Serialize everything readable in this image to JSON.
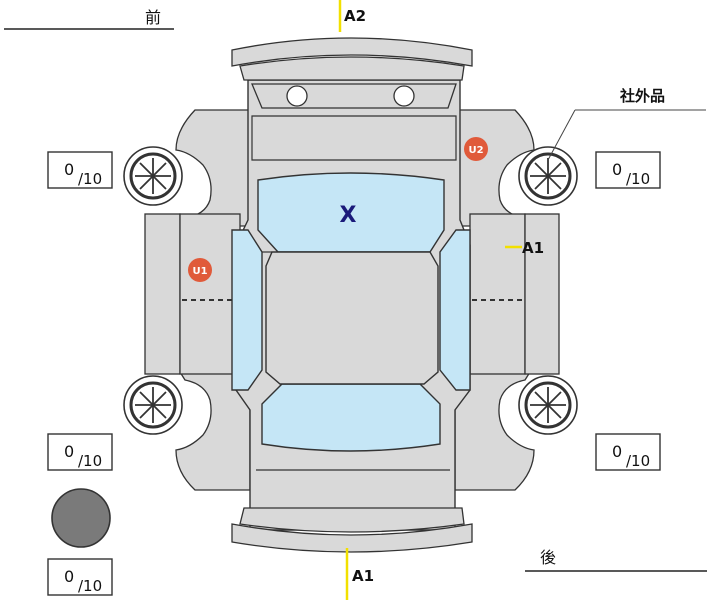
{
  "orientation": {
    "front_label": "前",
    "rear_label": "後"
  },
  "callout": {
    "label": "社外品"
  },
  "centre_mark": {
    "label": "X",
    "color": "#1a1a7a"
  },
  "tire_tread": {
    "front_left": {
      "value": "0",
      "max": "/10"
    },
    "front_right": {
      "value": "0",
      "max": "/10"
    },
    "rear_left": {
      "value": "0",
      "max": "/10"
    },
    "rear_right": {
      "value": "0",
      "max": "/10"
    },
    "spare": {
      "value": "0",
      "max": "/10"
    }
  },
  "damage_markers": [
    {
      "code": "U1",
      "color": "#e05a3a"
    },
    {
      "code": "U2",
      "color": "#e05a3a"
    }
  ],
  "damage_labels": [
    {
      "code": "A2",
      "line_color": "#f2e000"
    },
    {
      "code": "A1",
      "line_color": "#f2e000"
    },
    {
      "code": "A1",
      "line_color": "#f2e000"
    }
  ],
  "colors": {
    "body": "#d9d9d9",
    "glass": "#c5e6f6",
    "outline": "#333333",
    "spare_fill": "#7a7a7a"
  }
}
